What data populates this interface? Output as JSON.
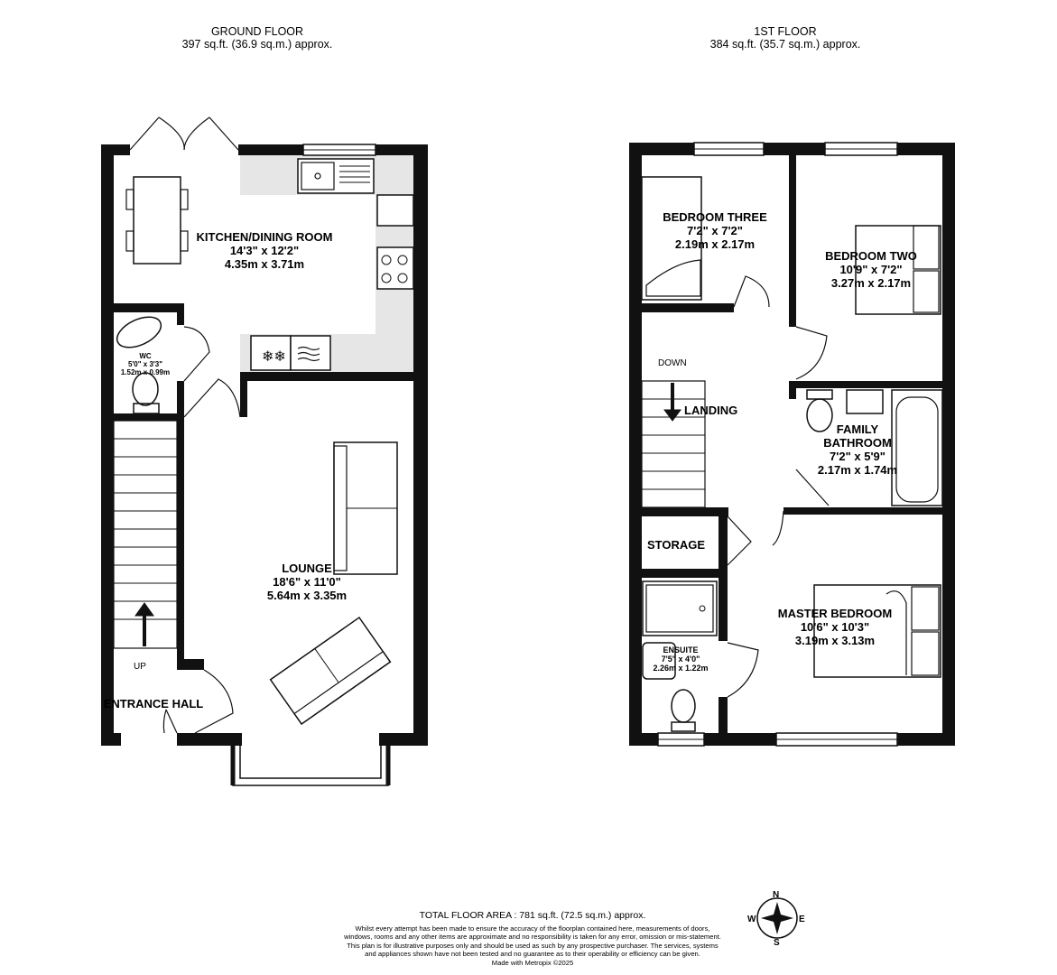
{
  "ground_floor": {
    "title": "GROUND FLOOR",
    "area": "397 sq.ft. (36.9 sq.m.) approx.",
    "rooms": [
      {
        "name": "KITCHEN/DINING ROOM",
        "imperial": "14'3\"  x 12'2\"",
        "metric": "4.35m  x 3.71m"
      },
      {
        "name": "WC",
        "imperial": "5'0\"  x 3'3\"",
        "metric": "1.52m  x 0.99m"
      },
      {
        "name": "LOUNGE",
        "imperial": "18'6\"  x 11'0\"",
        "metric": "5.64m  x 3.35m"
      },
      {
        "name": "ENTRANCE HALL"
      }
    ],
    "stairs_label": "UP"
  },
  "first_floor": {
    "title": "1ST FLOOR",
    "area": "384 sq.ft. (35.7 sq.m.) approx.",
    "rooms": [
      {
        "name": "BEDROOM THREE",
        "imperial": "7'2\"  x 7'2\"",
        "metric": "2.19m  x 2.17m"
      },
      {
        "name": "BEDROOM TWO",
        "imperial": "10'9\"  x 7'2\"",
        "metric": "3.27m  x 2.17m"
      },
      {
        "name": "LANDING"
      },
      {
        "name": "FAMILY BATHROOM",
        "name_line1": "FAMILY",
        "name_line2": "BATHROOM",
        "imperial": "7'2\"  x 5'9\"",
        "metric": "2.17m  x 1.74m"
      },
      {
        "name": "STORAGE"
      },
      {
        "name": "MASTER BEDROOM",
        "imperial": "10'6\"  x 10'3\"",
        "metric": "3.19m  x 3.13m"
      },
      {
        "name": "ENSUITE",
        "imperial": "7'5\"  x 4'0\"",
        "metric": "2.26m  x 1.22m"
      }
    ],
    "stairs_label": "DOWN"
  },
  "compass": {
    "n": "N",
    "s": "S",
    "e": "E",
    "w": "W"
  },
  "footer": {
    "total": "TOTAL FLOOR AREA : 781 sq.ft. (72.5 sq.m.) approx.",
    "disclaimer": "Whilst every attempt has been made to ensure the accuracy of the floorplan contained here, measurements of doors, windows, rooms and any other items are approximate and no responsibility is taken for any error, omission or mis-statement. This plan is for illustrative purposes only and should be used as such by any prospective purchaser. The services, systems and appliances shown have not been tested and no guarantee as to their operability or efficiency can be given.",
    "credit": "Made with Metropix ©2025"
  }
}
